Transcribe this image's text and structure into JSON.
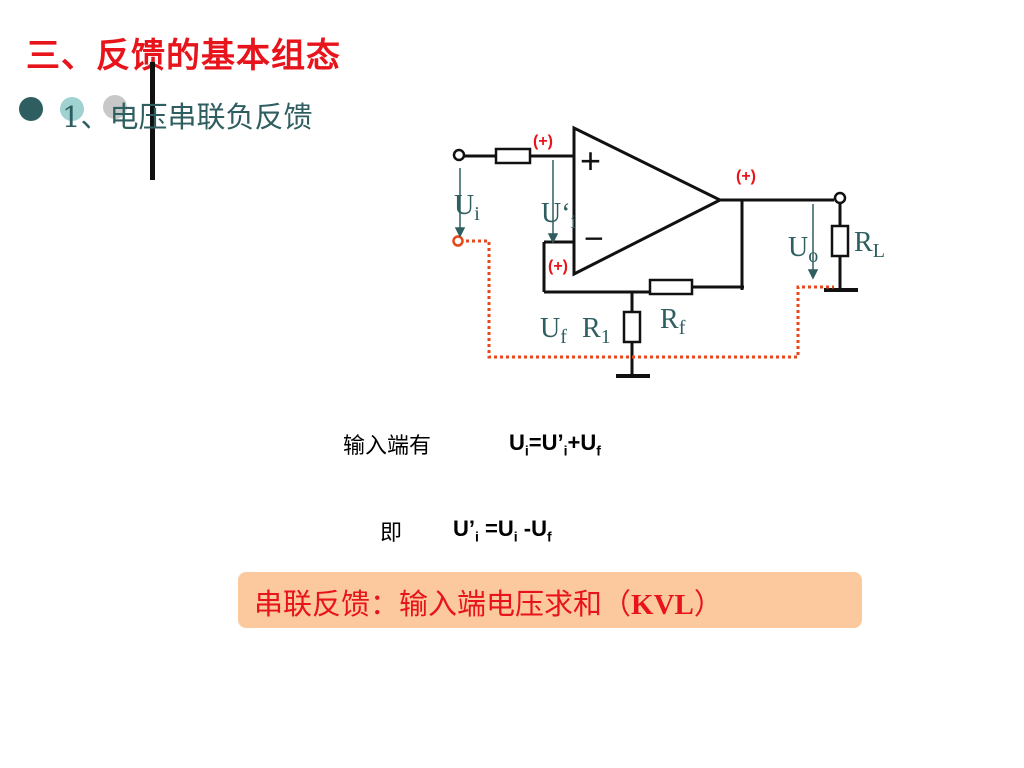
{
  "slide": {
    "title": "三、反馈的基本组态",
    "subtitle": "1、电压串联负反馈"
  },
  "circuit": {
    "labels": {
      "ui_main": "U",
      "ui_sub": "i",
      "uip_main": "U‘",
      "uip_sub": "i",
      "uo_main": "U",
      "uo_sub": "o",
      "rl_main": "R",
      "rl_sub": "L",
      "rf_main": "R",
      "rf_sub": "f",
      "uf_main": "U",
      "uf_sub": "f",
      "r1_main": "R",
      "r1_sub": "1",
      "plus_in_sign": "(+)",
      "out_sign": "(+)",
      "minus_in_sign": "(+)",
      "op_plus": "+",
      "op_minus": "−"
    },
    "colors": {
      "wire": "#111111",
      "feedback_loop": "#e8461b",
      "label": "#2f5e60",
      "polarity": "#e8141b"
    }
  },
  "equations": {
    "eq1_label": "输入端有",
    "eq1": {
      "a": "U",
      "a_sub": "i",
      "b": "=U’",
      "b_sub": "i",
      "c": "+U",
      "c_sub": "f"
    },
    "eq2_label": "即",
    "eq2": {
      "a": "U’",
      "a_sub": "i",
      "b": " =U",
      "b_sub": "i",
      "c": " -U",
      "c_sub": "f"
    }
  },
  "callout": {
    "text": "串联反馈：输入端电压求和（",
    "kvl": "KVL",
    "close": "）",
    "bg_color": "#fbc99d",
    "text_color": "#e8141b"
  }
}
